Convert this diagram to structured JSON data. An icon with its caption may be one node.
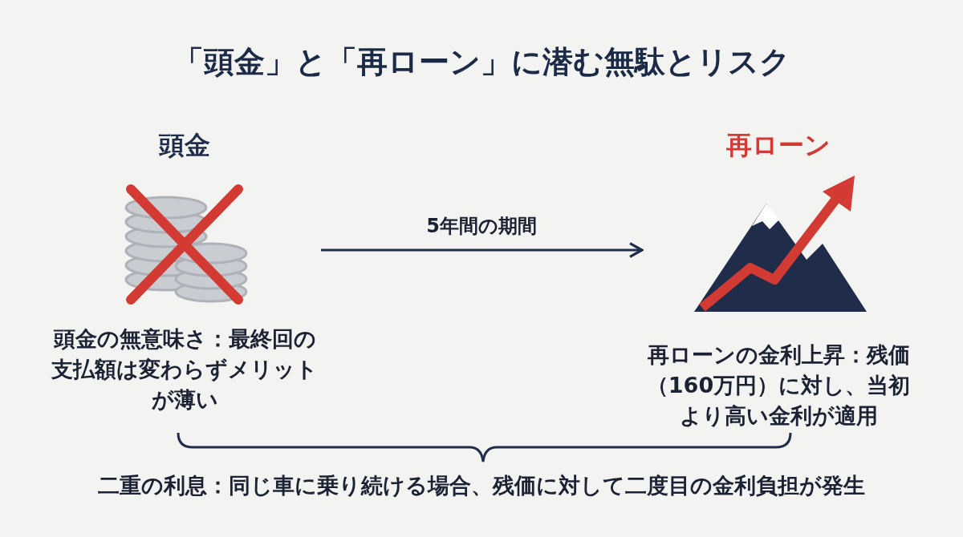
{
  "diagram": {
    "title": "「頭金」と「再ローン」に潜む無駄とリスク",
    "nodes": [
      {
        "text": [
          "頭金",
          "頭金の無意味さ：最終回の支払額は変わらずメリットが薄い"
        ]
      },
      {
        "text": [
          "再ローン",
          "再ローンの金利上昇：残価（160万円）に対し、当初より高い金利が適用"
        ]
      }
    ],
    "edges": [
      {
        "from": 0,
        "to": 1,
        "arrow": "to",
        "label": "5年間の期間"
      }
    ],
    "labels": [
      "二重の利息：同じ車に乗り続ける場合、残価に対して二度目の金利負担が発生"
    ]
  }
}
